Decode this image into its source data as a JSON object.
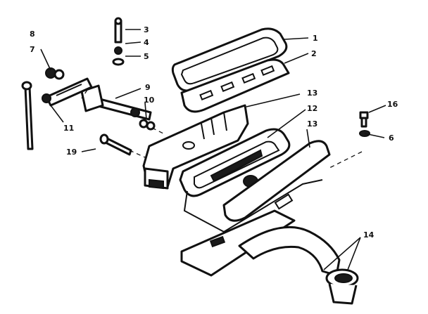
{
  "callouts": [
    {
      "id": "c1",
      "text": "1"
    },
    {
      "id": "c2",
      "text": "2"
    },
    {
      "id": "c3",
      "text": "3"
    },
    {
      "id": "c4",
      "text": "4"
    },
    {
      "id": "c5",
      "text": "5"
    },
    {
      "id": "c6",
      "text": "6"
    },
    {
      "id": "c7",
      "text": "7"
    },
    {
      "id": "c8",
      "text": "8"
    },
    {
      "id": "c9",
      "text": "9"
    },
    {
      "id": "c10",
      "text": "10"
    },
    {
      "id": "c11",
      "text": "11"
    },
    {
      "id": "c12",
      "text": "12"
    },
    {
      "id": "c13a",
      "text": "13"
    },
    {
      "id": "c13b",
      "text": "13"
    },
    {
      "id": "c14",
      "text": "14"
    },
    {
      "id": "c16",
      "text": "16"
    },
    {
      "id": "c19",
      "text": "19"
    }
  ]
}
